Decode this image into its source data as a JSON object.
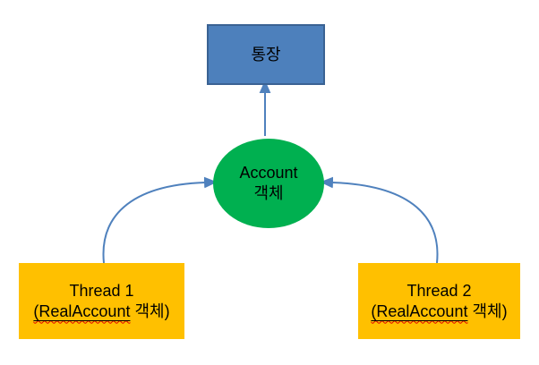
{
  "nodes": {
    "bank": {
      "label": "통장",
      "fill": "#4d80bc",
      "border": "#3a6293"
    },
    "account": {
      "line1": "Account",
      "line2": "객체",
      "fill": "#00b050"
    },
    "thread1": {
      "line1": "Thread 1",
      "line2_marked": "(RealAccount",
      "line2_rest": " 객체)",
      "fill": "#ffc000"
    },
    "thread2": {
      "line1": "Thread 2",
      "line2_marked": "(RealAccount",
      "line2_rest": " 객체)",
      "fill": "#ffc000"
    }
  },
  "edges": [
    {
      "from": "account",
      "to": "bank"
    },
    {
      "from": "thread1",
      "to": "account"
    },
    {
      "from": "thread2",
      "to": "account"
    }
  ],
  "colors": {
    "arrow": "#4f81bd",
    "spellcheck_squiggle": "#e00000",
    "background": "#ffffff"
  }
}
